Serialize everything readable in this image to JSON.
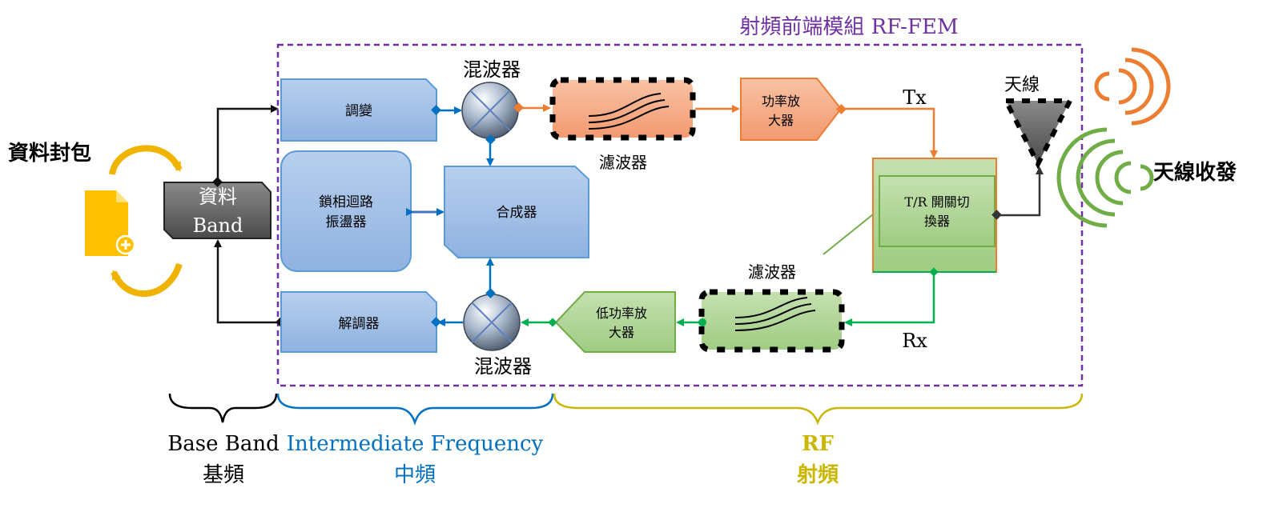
{
  "module_title": "射頻前端模組 RF-FEM",
  "left": {
    "packet_label": "資料封包",
    "baseband_block": [
      "資料",
      "Band"
    ]
  },
  "blocks": {
    "modulator": "調變",
    "pll": [
      "鎖相迴路",
      "振盪器"
    ],
    "synthesizer": "合成器",
    "demodulator": "解調器",
    "mixer_top": "混波器",
    "mixer_bottom": "混波器",
    "filter_top": "濾波器",
    "filter_bottom": "濾波器",
    "pa": [
      "功率放",
      "大器"
    ],
    "lna": [
      "低功率放",
      "大器"
    ],
    "tr_switch": [
      "T/R 開關切",
      "換器"
    ],
    "antenna": "天線"
  },
  "signals": {
    "tx": "Tx",
    "rx": "Rx"
  },
  "right_label": "天線收發",
  "bands": {
    "baseband": [
      "Base Band",
      "基頻"
    ],
    "if": [
      "Intermediate Frequency",
      "中頻"
    ],
    "rf": [
      "RF",
      "射頻"
    ]
  },
  "colors": {
    "purple": "#7030a0",
    "blue": "#0070c0",
    "orange": "#ed7d31",
    "green": "#00b050",
    "olive": "#c9b700",
    "gold": "#f0b400"
  }
}
